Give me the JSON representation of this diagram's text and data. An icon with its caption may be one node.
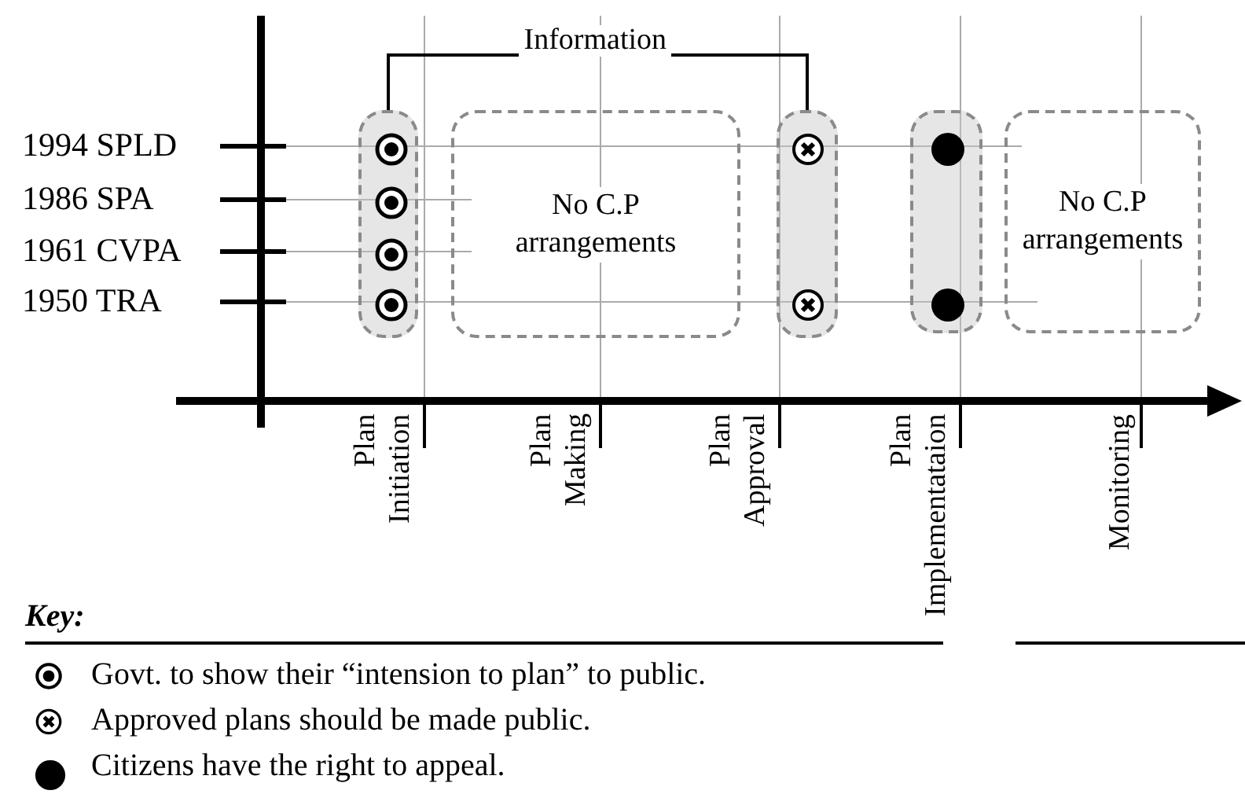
{
  "diagram": {
    "nodes": [
      {
        "text": [],
        "shape": "bar"
      },
      {
        "text": [],
        "shape": "circle",
        "in": 0
      },
      {
        "text": [],
        "shape": "circle",
        "in": 0
      },
      {
        "text": [],
        "shape": "circle",
        "in": 0
      },
      {
        "text": [],
        "shape": "circle",
        "in": 0
      },
      {
        "text": [
          "No C.P arrangements"
        ]
      },
      {
        "text": [],
        "shape": "bar"
      },
      {
        "text": [],
        "shape": "circle",
        "in": 6
      },
      {
        "text": [],
        "shape": "circle",
        "in": 6
      },
      {
        "text": [],
        "shape": "bar"
      },
      {
        "text": [],
        "shape": "circle",
        "in": 9
      },
      {
        "text": [],
        "shape": "circle",
        "in": 9
      },
      {
        "text": [
          "No C.P arrangements"
        ]
      }
    ],
    "edges": [
      {
        "from": 0,
        "to": 6,
        "arrow": "none",
        "label": "Information"
      }
    ],
    "labels": [
      "1994 SPLD",
      "1986 SPA",
      "1961 CVPA",
      "1950 TRA",
      "Plan Initiation",
      "Plan Making",
      "Plan Approval",
      "Plan Implementataion",
      "Monitoring",
      "Key:"
    ],
    "legend": [
      {
        "text": "Govt. to show their “intension to plan” to public."
      },
      {
        "text": "Approved plans should be made public."
      },
      {
        "text": "Citizens have the right to appeal."
      }
    ]
  }
}
